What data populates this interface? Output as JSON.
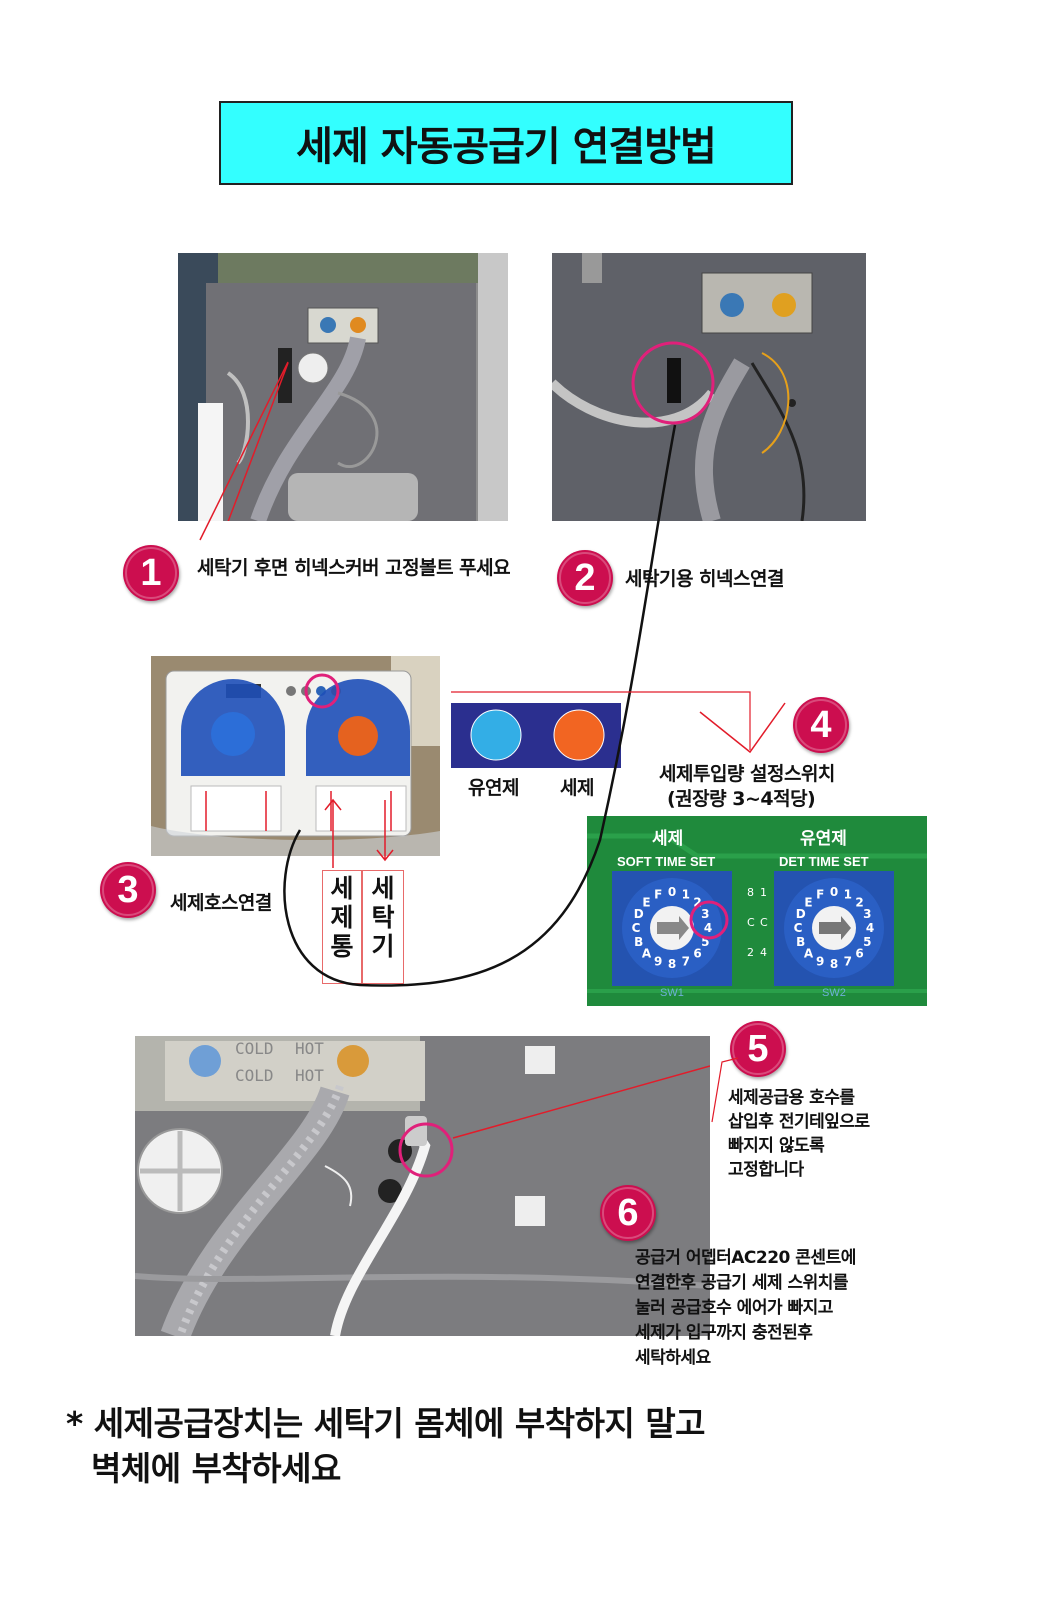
{
  "title": "세제 자동공급기 연결방법",
  "steps": [
    {
      "num": "1",
      "caption": "세탁기 후면 히넥스커버 고정볼트 푸세요"
    },
    {
      "num": "2",
      "caption": "세탁기용 히넥스연결"
    },
    {
      "num": "3",
      "caption": "세제호스연결"
    },
    {
      "num": "4",
      "caption_line1": "세제투입량 설정스위치",
      "caption_line2": "(권장량 3~4적당)"
    },
    {
      "num": "5",
      "caption_lines": [
        "세제공급용 호수를",
        "삽입후 전기테잎으로",
        "빠지지 않도록",
        "고정합니다"
      ]
    },
    {
      "num": "6",
      "caption_lines": [
        "공급거 어뎁터AC220 콘센트에",
        "연결한후 공급기 세제 스위치를",
        "눌러 공급호수 에어가 빠지고",
        "세제가 입구까지 충전된후",
        "세탁하세요"
      ]
    }
  ],
  "legend": {
    "softener_label": "유연제",
    "detergent_label": "세제",
    "softener_color": "#33aee6",
    "detergent_color": "#f26522",
    "panel_color": "#2b2f8f"
  },
  "hose_labels": {
    "left": "세제통",
    "right": "세탁기"
  },
  "switch_board": {
    "left_label": "세제",
    "left_sub": "SOFT TIME SET",
    "right_label": "유연제",
    "right_sub": "DET TIME SET",
    "dial_chars": "0123456789ABCDEF",
    "sw_left": "SW1",
    "sw_right": "SW2"
  },
  "back_panel": {
    "cold_label": "COLD",
    "hot_label": "HOT"
  },
  "footer_note": {
    "line1": "* 세제공급장치는 세탁기 몸체에 부착하지 말고",
    "line2": "벽체에 부착하세요"
  },
  "accent_color": "#cc0e4f"
}
